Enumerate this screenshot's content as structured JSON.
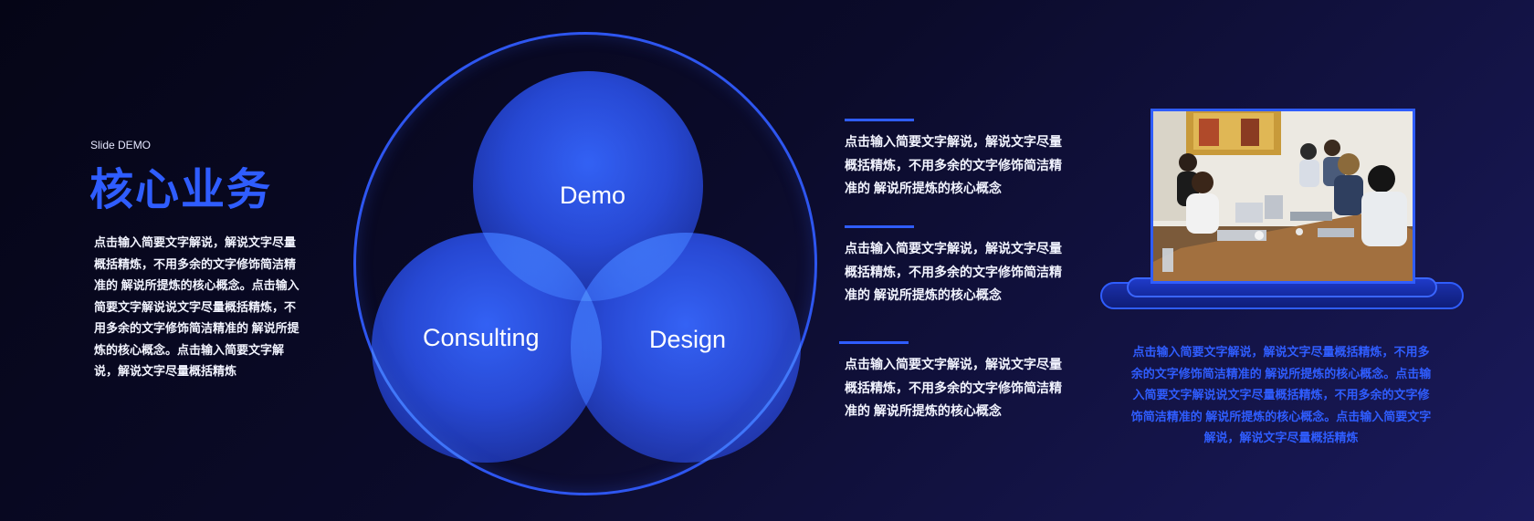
{
  "header": {
    "slide_label": "Slide DEMO",
    "title": "核心业务",
    "body": "点击输入简要文字解说，解说文字尽量概括精炼，不用多余的文字修饰简洁精准的 解说所提炼的核心概念。点击输入简要文字解说说文字尽量概括精炼，不用多余的文字修饰简洁精准的 解说所提炼的核心概念。点击输入简要文字解说，解说文字尽量概括精炼"
  },
  "venn": {
    "labels": [
      "Demo",
      "Consulting",
      "Design"
    ]
  },
  "items": [
    {
      "text": "点击输入简要文字解说，解说文字尽量概括精炼，不用多余的文字修饰简洁精准的 解说所提炼的核心概念"
    },
    {
      "text": "点击输入简要文字解说，解说文字尽量概括精炼，不用多余的文字修饰简洁精准的 解说所提炼的核心概念"
    },
    {
      "text": "点击输入简要文字解说，解说文字尽量概括精炼，不用多余的文字修饰简洁精准的 解说所提炼的核心概念"
    }
  ],
  "right_panel": {
    "text": "点击输入简要文字解说，解说文字尽量概括精炼，不用多余的文字修饰简洁精准的 解说所提炼的核心概念。点击输入简要文字解说说文字尽量概括精炼，不用多余的文字修饰简洁精准的 解说所提炼的核心概念。点击输入简要文字解说，解说文字尽量概括精炼"
  },
  "colors": {
    "accent": "#2f5dff",
    "background_dark": "#050516",
    "background_light": "#1a1a5c",
    "text_light": "#f2f4ff"
  }
}
